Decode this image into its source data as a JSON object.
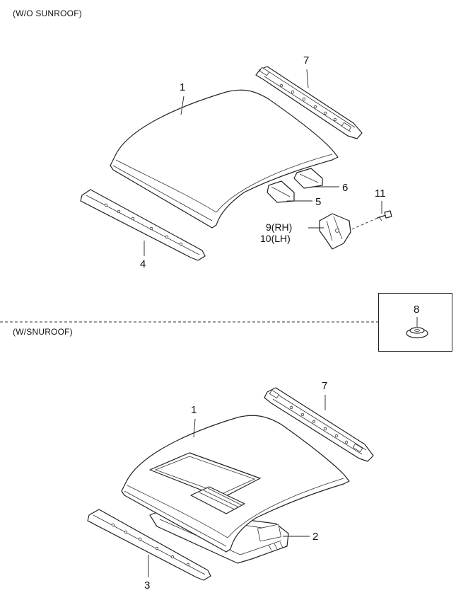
{
  "sections": {
    "without_sunroof": "(W/O SUNROOF)",
    "with_sunroof": "(W/SNUROOF)"
  },
  "callouts": {
    "top": {
      "roof_panel": "1",
      "rear_rail": "7",
      "bow_6": "6",
      "bow_5": "5",
      "front_rail": "4",
      "bracket_rh": "9(RH)",
      "bracket_lh": "10(LH)",
      "bolt": "11"
    },
    "inset": {
      "grommet": "8"
    },
    "bottom": {
      "roof_panel": "1",
      "rear_rail": "7",
      "sunroof_frame": "2",
      "front_rail": "3"
    }
  }
}
